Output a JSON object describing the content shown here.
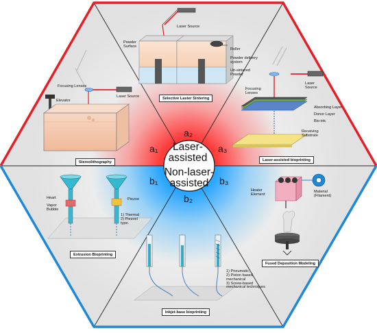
{
  "colors": {
    "laser_accent": "#e41f26",
    "non_laser_accent": "#1e88d8",
    "panel_gray": "#e5e5e5"
  },
  "center": {
    "laser_line1": "Laser-",
    "laser_line2": "assisted",
    "nonlaser_line1": "Non-laser-",
    "nonlaser_line2": "assisted"
  },
  "markers": {
    "a1": "a₁",
    "a2": "a₂",
    "a3": "a₃",
    "b1": "b₁",
    "b2": "b₂",
    "b3": "b₃"
  },
  "panels": {
    "sls": {
      "caption": "Selective Laster Sintering",
      "laser_source": "Laser Source",
      "powder_surface": "Powder\nSurface",
      "roller": "Roller",
      "powder_delivery": "Powder delivery\nsystem",
      "unsintered": "Un-sintered\nPowder"
    },
    "stereo": {
      "caption": "Stereolithography",
      "focusing_lenses": "Focusing Lenses",
      "laser_source": "Laser Source",
      "elevator": "Elevator"
    },
    "lab": {
      "caption": "Laser-assisted bioprinting",
      "focusing_lenses": "Focusing\nLenses",
      "laser_source": "Laser\nSource",
      "absorbing_layer": "Absorbing Layer",
      "donor_layer": "Donor Layer",
      "bio_ink": "Bio-ink",
      "receiving_substrate": "Receiving\nSubstrate"
    },
    "extrusion": {
      "caption": "Extrusion Bioprinting",
      "heart": "Heart",
      "vapor_bubble": "Vapor\nBubble",
      "piezoe": "Piezoe",
      "types": "1)  Thermal\n2)  Piezoel\n     type."
    },
    "inkjet": {
      "caption": "Inkjet-base bioprinting",
      "mechanisms": "1)  Pneumatic,\n2)  Piston based\n     mechanical\n3)  Screw-based\n     mechanical techniques"
    },
    "fdm": {
      "caption": "Fused Deposition Modeling",
      "heater_element": "Heater\nElement",
      "material": "Material\n(Filament)"
    }
  }
}
